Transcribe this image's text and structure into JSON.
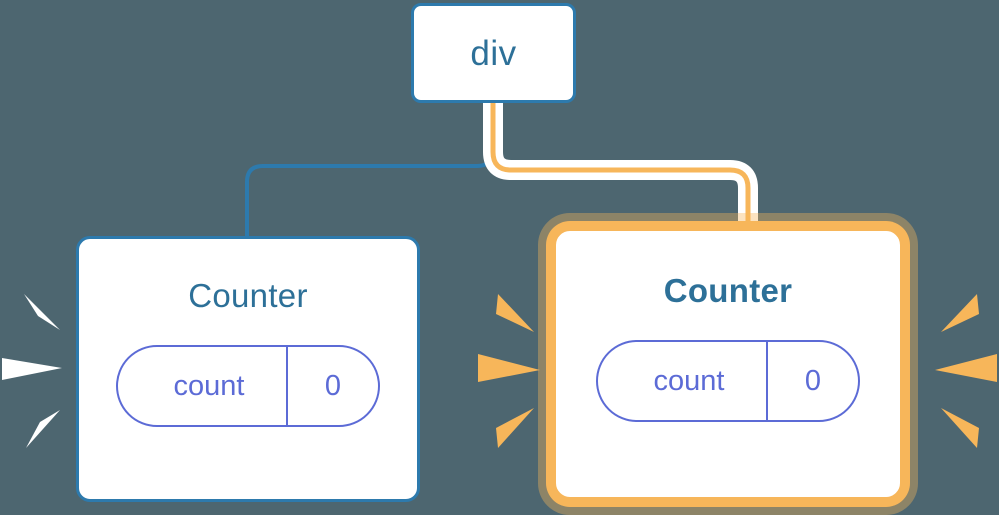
{
  "background_color": "#4d6670",
  "diagram": {
    "type": "component-tree",
    "title_text_color": "#2d7098",
    "root": {
      "label": "div",
      "border_color": "#2d7aad",
      "fill_color": "#ffffff"
    },
    "children": [
      {
        "id": "counter-left",
        "label": "Counter",
        "highlighted": false,
        "border_color": "#2d7aad",
        "edge_color": "#2d7aad",
        "burst_color": "#ffffff",
        "state": {
          "key": "count",
          "value": "0"
        }
      },
      {
        "id": "counter-right",
        "label": "Counter",
        "highlighted": true,
        "border_color": "#f7b65a",
        "glow_color": "#fbdcac",
        "edge_color": "#f7b65a",
        "burst_color": "#f7b65a",
        "state": {
          "key": "count",
          "value": "0"
        }
      }
    ],
    "state_pill": {
      "border_color": "#5c6bd6",
      "text_color": "#5c6bd6"
    },
    "edges": [
      {
        "from": "div",
        "to": "counter-left",
        "color": "#2d7aad",
        "style": "elbow"
      },
      {
        "from": "div",
        "to": "counter-right",
        "color": "#f7b65a",
        "style": "elbow",
        "halo": "#ffffff"
      }
    ]
  }
}
